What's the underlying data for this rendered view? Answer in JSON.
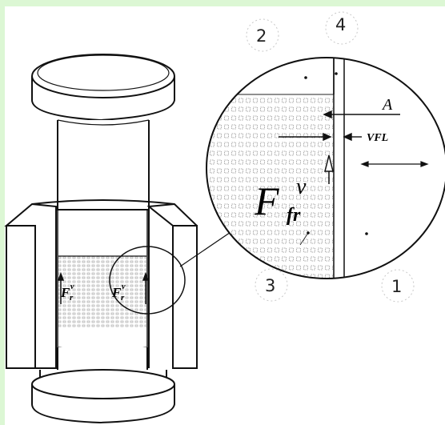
{
  "figure": {
    "background": "#dcf7d4",
    "line_color": "#111111",
    "labels": {
      "region_1": "1",
      "region_2": "2",
      "region_3": "3",
      "region_4": "4",
      "point_a": "A",
      "vfl": "VFL",
      "force_main": "F",
      "force_main_sup": "v",
      "force_main_sub": "fr",
      "force_left": "F",
      "force_left_sub": "r",
      "force_left_sup": "v",
      "force_right": "F",
      "force_right_sub": "r",
      "force_right_sup": "v"
    }
  }
}
